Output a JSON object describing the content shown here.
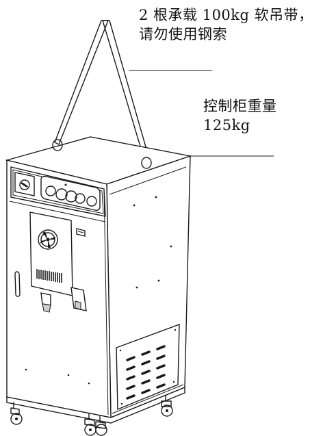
{
  "callouts": {
    "straps": {
      "line1": "2 根承载 100kg 软吊带，",
      "line2": "请勿使用钢索"
    },
    "weight": {
      "line1": "控制柜重量",
      "line2": "125kg"
    }
  },
  "colors": {
    "ink": "#1a1a1a",
    "background": "#ffffff",
    "shading": "#cfcfcf"
  },
  "icons": {
    "fan": "fan-icon",
    "vent": "vent-grille-icon",
    "handle": "door-handle-icon",
    "caster": "caster-wheel-icon",
    "lifting_eye": "lifting-eye-icon"
  }
}
